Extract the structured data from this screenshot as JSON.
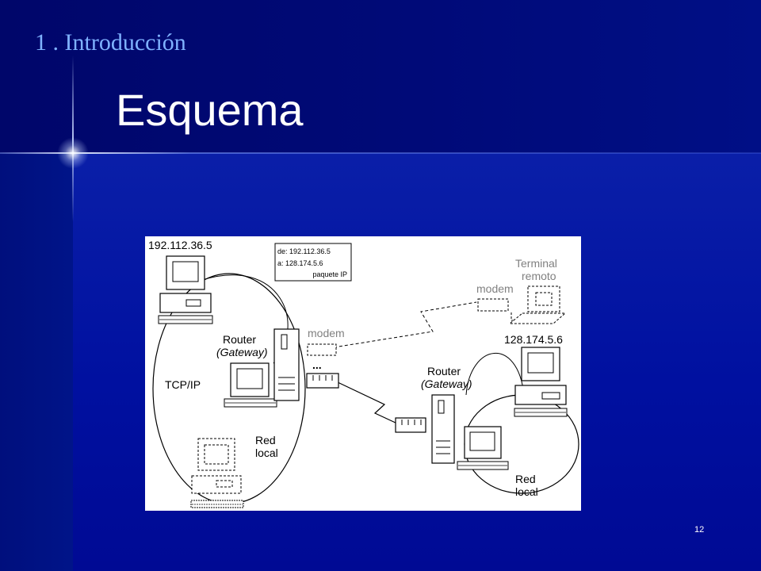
{
  "slide": {
    "section_title": "1 . Introducción",
    "title": "Esquema",
    "page_number": "12"
  },
  "diagram": {
    "host_left_ip": "192.112.36.5",
    "packet": {
      "from": "de: 192.112.36.5",
      "to": "a: 128.174.5.6",
      "label": "paquete IP"
    },
    "router_left": {
      "label": "Router",
      "sublabel": "(Gateway)"
    },
    "router_right": {
      "label": "Router",
      "sublabel": "(Gateway)"
    },
    "modem_left": "modem",
    "modem_right": "modem",
    "ellipsis": "...",
    "protocol": "TCP/IP",
    "lan_left": {
      "line1": "Red",
      "line2": "local"
    },
    "lan_right": {
      "line1": "Red",
      "line2": "local"
    },
    "host_right_ip": "128.174.5.6",
    "terminal": {
      "line1": "Terminal",
      "line2": "remoto"
    }
  },
  "colors": {
    "background": "#00008e",
    "section_title": "#7fb2ff",
    "title": "#ffffff",
    "diagram_bg": "#ffffff",
    "diagram_ink": "#000000",
    "diagram_dashed": "#808080"
  }
}
